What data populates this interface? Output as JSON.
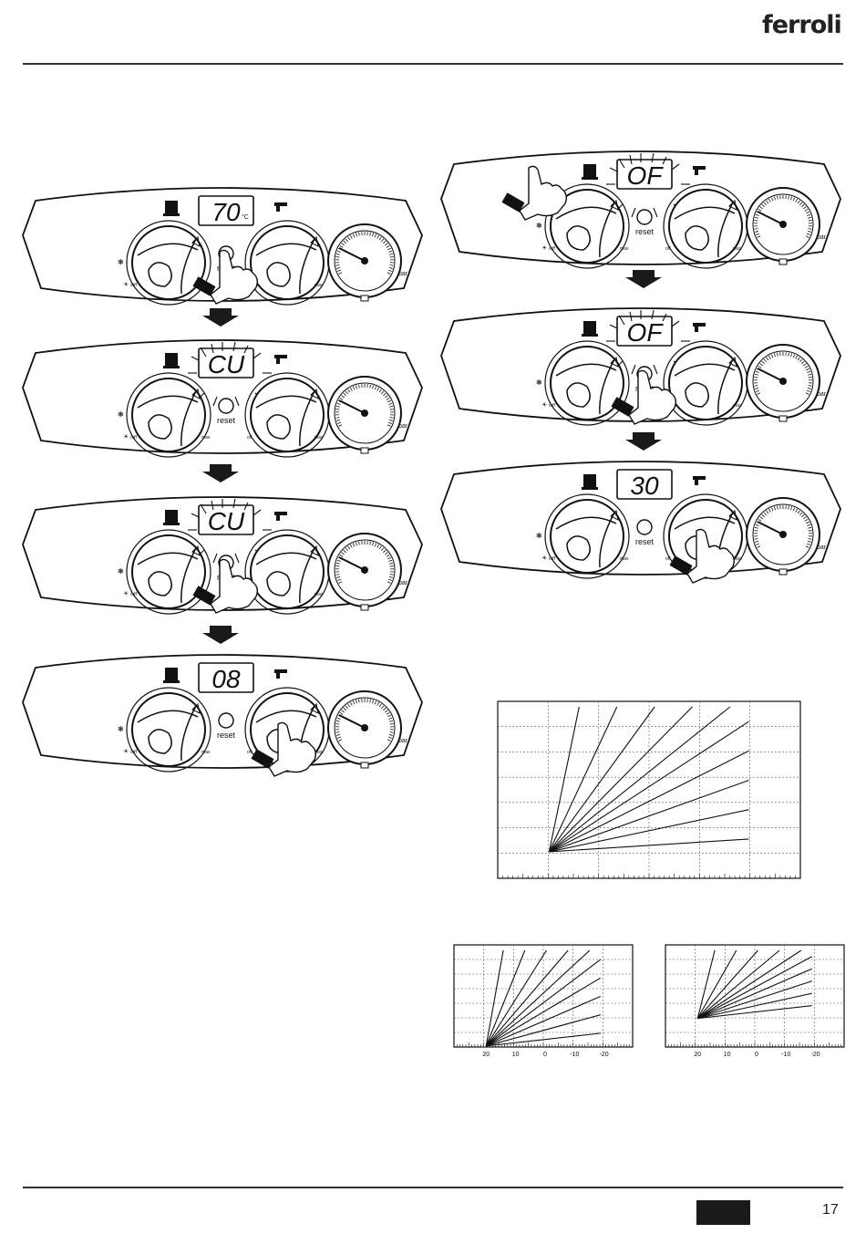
{
  "header": {
    "brand": "ferroli"
  },
  "footer": {
    "page_number": "17"
  },
  "panel_labels": {
    "reset": "reset",
    "off": "off",
    "max": "max",
    "off_left": "/off",
    "bar": "bar",
    "celsius": "°C"
  },
  "panels": [
    {
      "id": "left-1",
      "display": "70",
      "unit_shown": true,
      "blinking": false,
      "hand": "reset"
    },
    {
      "id": "left-2",
      "display": "CU",
      "unit_shown": false,
      "blinking": true,
      "hand": "none"
    },
    {
      "id": "left-3",
      "display": "CU",
      "unit_shown": false,
      "blinking": true,
      "hand": "reset"
    },
    {
      "id": "left-4",
      "display": "08",
      "unit_shown": false,
      "blinking": false,
      "hand": "right-knob"
    },
    {
      "id": "right-1",
      "display": "OF",
      "unit_shown": false,
      "blinking": true,
      "hand": "left-knob"
    },
    {
      "id": "right-2",
      "display": "OF",
      "unit_shown": false,
      "blinking": true,
      "hand": "reset"
    },
    {
      "id": "right-3",
      "display": "30",
      "unit_shown": false,
      "blinking": false,
      "hand": "right-knob"
    }
  ],
  "charts": {
    "large": {
      "type": "line",
      "x_tick_labels": [],
      "curve_count": 10
    },
    "small_left": {
      "type": "line",
      "x_tick_labels": [
        "20",
        "10",
        "0",
        "-10",
        "-20"
      ],
      "curve_count": 10
    },
    "small_right": {
      "type": "line",
      "x_tick_labels": [
        "20",
        "10",
        "0",
        "-10",
        "-20"
      ],
      "curve_count": 10
    }
  },
  "colors": {
    "ink": "#111111",
    "grid": "#666666",
    "arrow": "#1a1a1a"
  }
}
